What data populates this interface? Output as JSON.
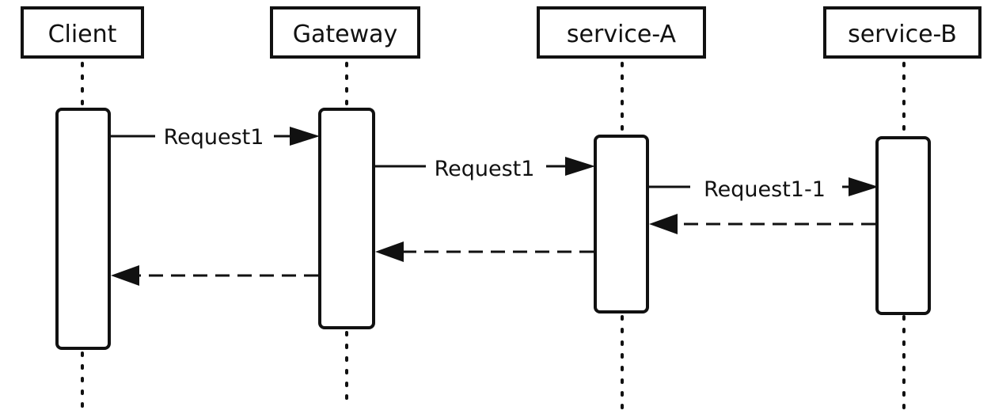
{
  "diagram": {
    "type": "sequence",
    "actors": [
      {
        "id": "client",
        "label": "Client"
      },
      {
        "id": "gateway",
        "label": "Gateway"
      },
      {
        "id": "service-a",
        "label": "service-A"
      },
      {
        "id": "service-b",
        "label": "service-B"
      }
    ],
    "messages": [
      {
        "from": "client",
        "to": "gateway",
        "label": "Request1",
        "kind": "call"
      },
      {
        "from": "gateway",
        "to": "service-a",
        "label": "Request1",
        "kind": "call"
      },
      {
        "from": "service-a",
        "to": "service-b",
        "label": "Request1-1",
        "kind": "call"
      },
      {
        "from": "service-b",
        "to": "service-a",
        "label": "",
        "kind": "return"
      },
      {
        "from": "service-a",
        "to": "gateway",
        "label": "",
        "kind": "return"
      },
      {
        "from": "gateway",
        "to": "client",
        "label": "",
        "kind": "return"
      }
    ],
    "colors": {
      "line": "#111111",
      "background": "#ffffff"
    }
  }
}
